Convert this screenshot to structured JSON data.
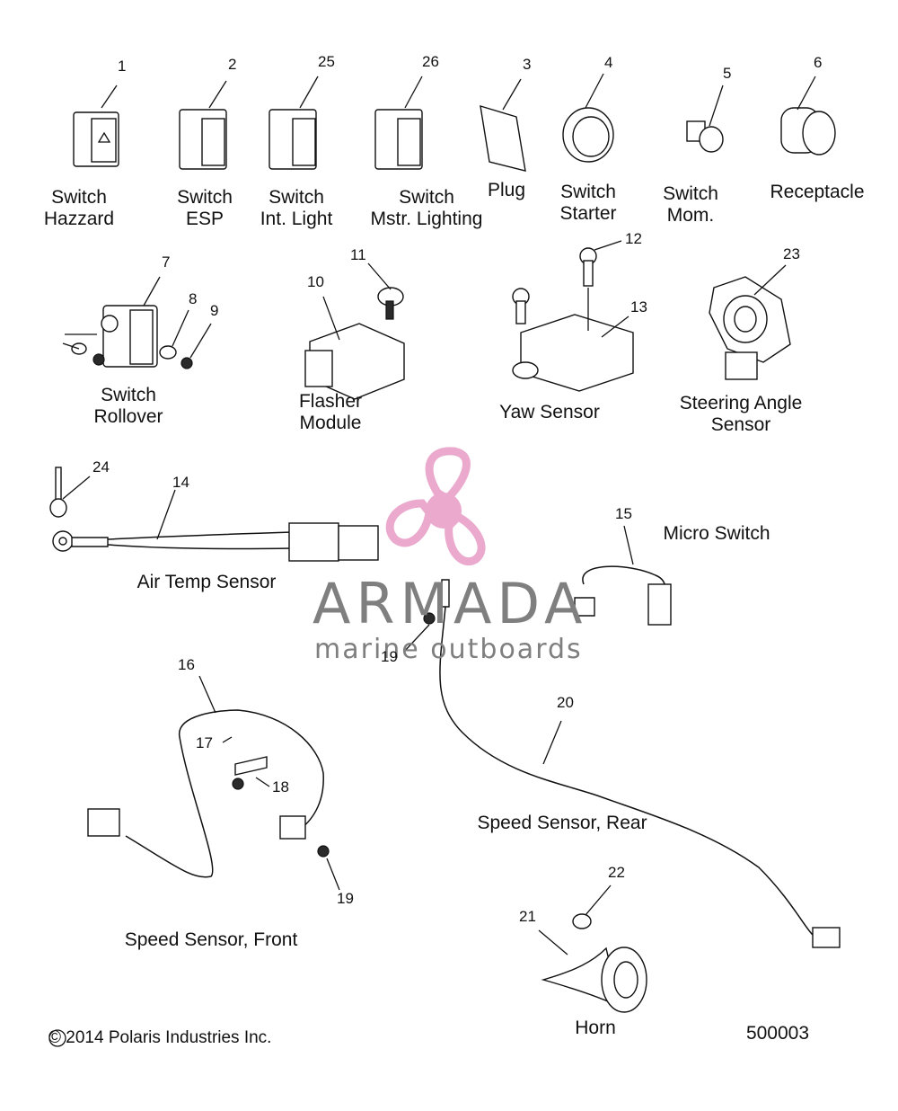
{
  "parts": [
    {
      "ref": "1",
      "label": [
        "Switch",
        "Hazzard"
      ]
    },
    {
      "ref": "2",
      "label": [
        "Switch",
        "ESP"
      ]
    },
    {
      "ref": "25",
      "label": [
        "Switch",
        "Int. Light"
      ]
    },
    {
      "ref": "26",
      "label": [
        "Switch",
        "Mstr. Lighting"
      ]
    },
    {
      "ref": "3",
      "label": [
        "Plug"
      ]
    },
    {
      "ref": "4",
      "label": [
        "Switch",
        "Starter"
      ]
    },
    {
      "ref": "5",
      "label": [
        "Switch",
        "Mom."
      ]
    },
    {
      "ref": "6",
      "label": [
        "Receptacle"
      ]
    },
    {
      "ref": "7",
      "label": [
        "Switch",
        "Rollover"
      ]
    },
    {
      "ref": "10",
      "label": [
        "Flasher",
        "Module"
      ]
    },
    {
      "ref": "13",
      "label": [
        "Yaw Sensor"
      ]
    },
    {
      "ref": "23",
      "label": [
        "Steering Angle",
        "Sensor"
      ]
    },
    {
      "ref": "14",
      "label": [
        "Air Temp Sensor"
      ]
    },
    {
      "ref": "15",
      "label": [
        "Micro Switch"
      ]
    },
    {
      "ref": "16",
      "label": [
        "Speed Sensor, Front"
      ]
    },
    {
      "ref": "20",
      "label": [
        "Speed Sensor, Rear"
      ]
    },
    {
      "ref": "21",
      "label": [
        "Horn"
      ]
    }
  ],
  "callouts": [
    "1",
    "2",
    "25",
    "26",
    "3",
    "4",
    "5",
    "6",
    "7",
    "8",
    "9",
    "11",
    "10",
    "12",
    "13",
    "23",
    "24",
    "14",
    "15",
    "19",
    "16",
    "17",
    "18",
    "19",
    "20",
    "22",
    "21"
  ],
  "watermark": {
    "brand": "ARMADA",
    "tagline": "marine outboards",
    "color": "#e8a0c8"
  },
  "footer": {
    "copyright": "© 2014 Polaris Industries Inc.",
    "drawing_number": "500003"
  }
}
